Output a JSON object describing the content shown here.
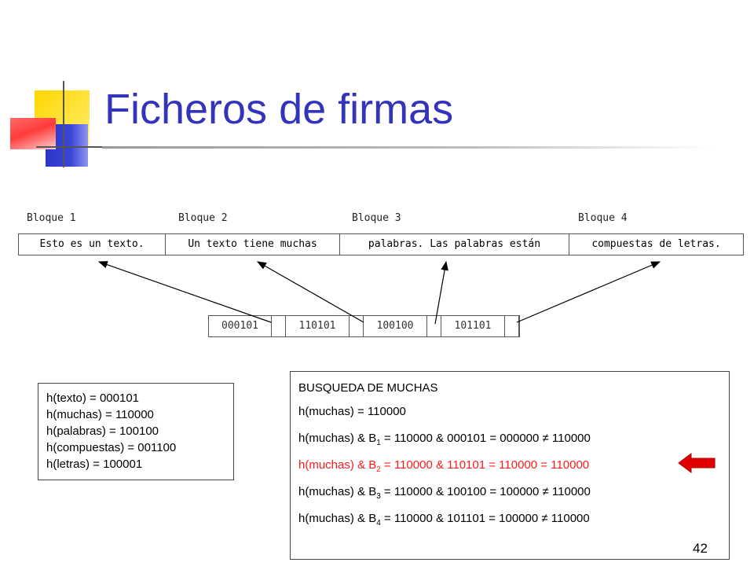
{
  "title": "Ficheros de firmas",
  "page_number": "42",
  "block_labels": [
    "Bloque 1",
    "Bloque 2",
    "Bloque 3",
    "Bloque 4"
  ],
  "blocks": [
    "Esto es un texto.",
    "Un texto tiene muchas",
    "palabras. Las palabras están",
    "compuestas de letras."
  ],
  "signatures": [
    "000101",
    "110101",
    "100100",
    "101101"
  ],
  "hashes": [
    "h(texto) = 000101",
    "h(muchas) = 110000",
    "h(palabras) = 100100",
    "h(compuestas) = 001100",
    "h(letras) = 100001"
  ],
  "search": {
    "heading": "BUSQUEDA DE MUCHAS",
    "query": "h(muchas) = 110000",
    "lines": [
      {
        "prefix": "h(muchas) & B",
        "sub": "1",
        "rest": " = 110000 & 000101 = 000000 ≠ 110000"
      },
      {
        "prefix": "h(muchas) & B",
        "sub": "2",
        "rest": " = 110000 & 110101 = 110000 = 110000"
      },
      {
        "prefix": "h(muchas) & B",
        "sub": "3",
        "rest": " = 110000 & 100100 = 100000 ≠ 110000"
      },
      {
        "prefix": "h(muchas) & B",
        "sub": "4",
        "rest": " = 110000 & 101101 = 100000 ≠ 110000"
      }
    ]
  },
  "colors": {
    "title": "#3333bb",
    "highlight": "#ff1a1a",
    "pointer_arrow": "#e00000"
  },
  "icons": {
    "pointer": "left-arrow-icon",
    "logo": "overlapping-squares-logo"
  }
}
